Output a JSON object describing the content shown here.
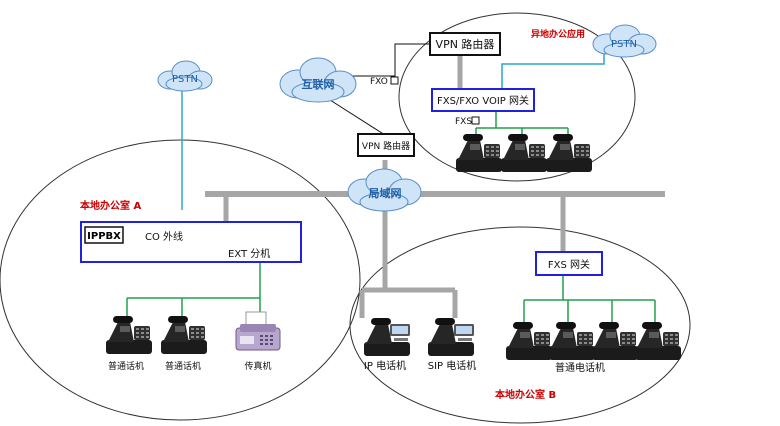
{
  "colors": {
    "bus": "#a6a6a6",
    "green_wire": "#22a04a",
    "cyan_wire": "#2aa8c8",
    "device_border": "#2020e0",
    "router_border": "#111111",
    "cloud_fill": "#cfe4f6",
    "cloud_stroke": "#5a8fc8",
    "region_label": "#cc0000"
  },
  "clouds": {
    "internet": "互联网",
    "lan": "局域网",
    "pstn_left": "PSTN",
    "pstn_right": "PSTN"
  },
  "regions": {
    "office_a": "本地办公室 A",
    "office_b": "本地办公室 B",
    "remote": "异地办公应用"
  },
  "devices": {
    "vpn_router_top": "VPN 路由器",
    "vpn_router_mid": "VPN 路由器",
    "voip_gateway": "FXS/FXO VOIP 网关",
    "fxo_port": "FXO",
    "fxs_port": "FXS",
    "fxs_gateway": "FXS 网关",
    "ippbx": "IPPBX",
    "co_line": "CO 外线",
    "ext_line": "EXT 分机"
  },
  "terminals": {
    "phone_a1": "普通话机",
    "phone_a2": "普通话机",
    "fax": "传真机",
    "ip_phone": "IP 电话机",
    "sip_phone": "SIP 电话机",
    "analog_phones": "普通电话机"
  },
  "icons": {
    "phone": "desk-phone-icon",
    "ip_phone": "ip-phone-icon",
    "fax": "fax-machine-icon",
    "cloud": "cloud-icon"
  }
}
